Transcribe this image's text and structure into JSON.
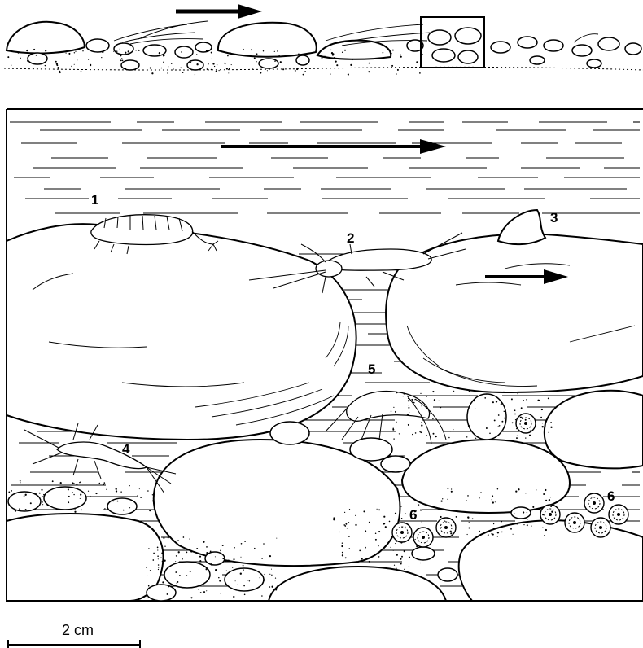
{
  "figure": {
    "labels": [
      {
        "id": "organism-1",
        "text": "1"
      },
      {
        "id": "organism-2",
        "text": "2"
      },
      {
        "id": "organism-3",
        "text": "3"
      },
      {
        "id": "organism-4",
        "text": "4"
      },
      {
        "id": "organism-5",
        "text": "5"
      },
      {
        "id": "organism-6a",
        "text": "6"
      },
      {
        "id": "organism-6b",
        "text": "6"
      }
    ],
    "scale_bar": {
      "label": "2 cm"
    }
  }
}
